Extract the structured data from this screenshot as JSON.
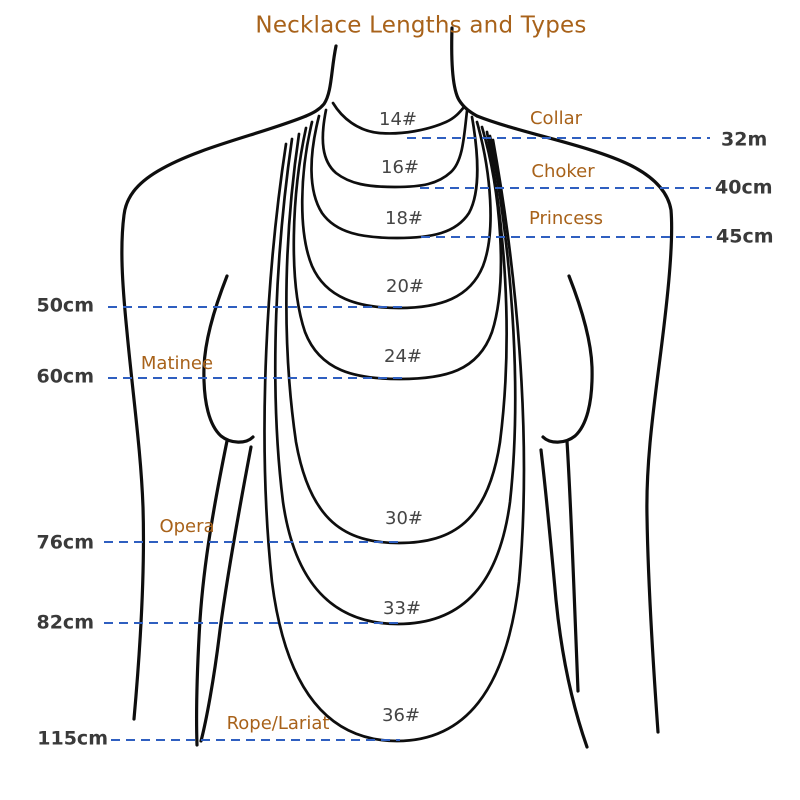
{
  "title": "Necklace Lengths and Types",
  "colors": {
    "accent_orange": "#a8621a",
    "size_label_gray": "#454545",
    "measurement_gray": "#3a3a3a",
    "dash_blue": "#2f5fc0",
    "figure_line_black": "#0e0e0e"
  },
  "necklaces": [
    {
      "size": "14#",
      "type": "Collar",
      "length": "32m"
    },
    {
      "size": "16#",
      "type": "Choker",
      "length": "40cm"
    },
    {
      "size": "18#",
      "type": "Princess",
      "length": "45cm"
    },
    {
      "size": "20#",
      "length": "50cm"
    },
    {
      "size": "24#",
      "type": "Matinee",
      "length": "60cm"
    },
    {
      "size": "30#",
      "type": "Opera",
      "length": "76cm"
    },
    {
      "size": "33#",
      "length": "82cm"
    },
    {
      "size": "36#",
      "type": "Rope/Lariat",
      "length": "115cm"
    }
  ]
}
